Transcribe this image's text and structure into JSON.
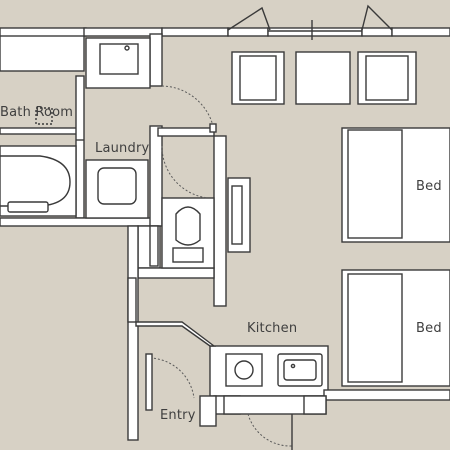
{
  "rooms": {
    "bathroom": "Bath Room",
    "laundry": "Laundry",
    "bed_1": "Bed",
    "bed_2": "Bed",
    "kitchen": "Kitchen",
    "entry": "Entry"
  },
  "colors": {
    "background": "#d7d1c5",
    "wall_fill": "#ffffff",
    "line": "#3a3a3a",
    "door_swing": "#5a5a5a"
  }
}
